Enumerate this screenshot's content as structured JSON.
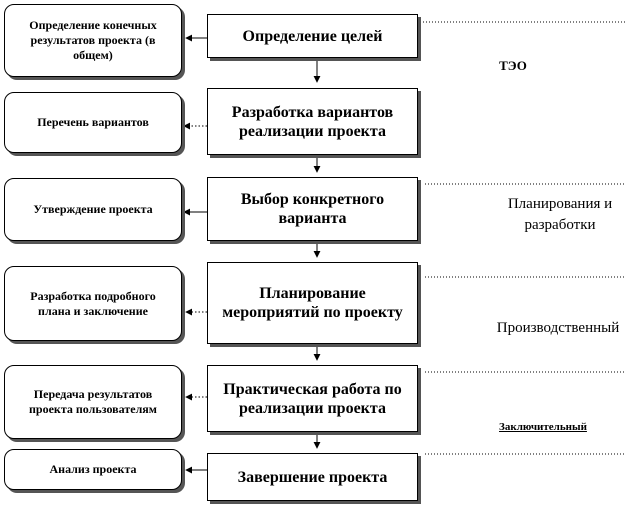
{
  "steps": [
    "Определение целей",
    "Разработка вариантов реализации проекта",
    "Выбор конкретного варианта",
    "Планирование мероприятий по проекту",
    "Практическая работа по реализации проекта",
    "Завершение проекта"
  ],
  "results": [
    "Определение конечных результатов проекта (в общем)",
    "Перечень вариантов",
    "Утверждение проекта",
    "Разработка подробного плана и заключение",
    "Передача результатов проекта пользователям",
    "Анализ проекта"
  ],
  "phases": [
    "ТЭО",
    "Планирования и разработки",
    "Производственный",
    "Заключительный"
  ]
}
